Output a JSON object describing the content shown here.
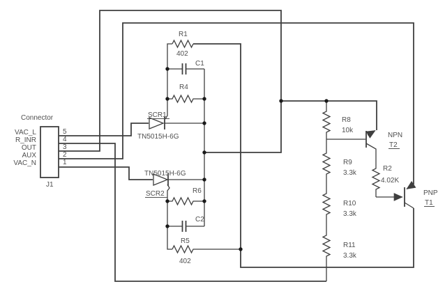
{
  "diagram": {
    "connector": {
      "title": "Connector",
      "refdes": "J1",
      "pins": [
        {
          "number": "5",
          "name": "VAC_L"
        },
        {
          "number": "4",
          "name": "R_INR"
        },
        {
          "number": "3",
          "name": "OUT"
        },
        {
          "number": "2",
          "name": "AUX"
        },
        {
          "number": "1",
          "name": "VAC_N"
        }
      ]
    },
    "components": {
      "scr1": {
        "refdes": "SCR1",
        "part": "TN5015H-6G"
      },
      "scr2": {
        "refdes": "SCR2",
        "part": "TN5015H-6G"
      },
      "r1": {
        "refdes": "R1",
        "value": "402"
      },
      "c1": {
        "refdes": "C1"
      },
      "r4": {
        "refdes": "R4"
      },
      "r6": {
        "refdes": "R6"
      },
      "c2": {
        "refdes": "C2"
      },
      "r5": {
        "refdes": "R5",
        "value": "402"
      },
      "r8": {
        "refdes": "R8",
        "value": "10k"
      },
      "r9": {
        "refdes": "R9",
        "value": "3.3k"
      },
      "r10": {
        "refdes": "R10",
        "value": "3.3k"
      },
      "r11": {
        "refdes": "R11",
        "value": "3.3k"
      },
      "r2": {
        "refdes": "R2",
        "value": "4.02K"
      },
      "t2": {
        "type": "NPN",
        "refdes": "T2"
      },
      "t1": {
        "type": "PNP",
        "refdes": "T1"
      }
    },
    "colors": {
      "wire": "#3f3f3f",
      "text": "#4f4f4f",
      "background": "#ffffff"
    }
  }
}
